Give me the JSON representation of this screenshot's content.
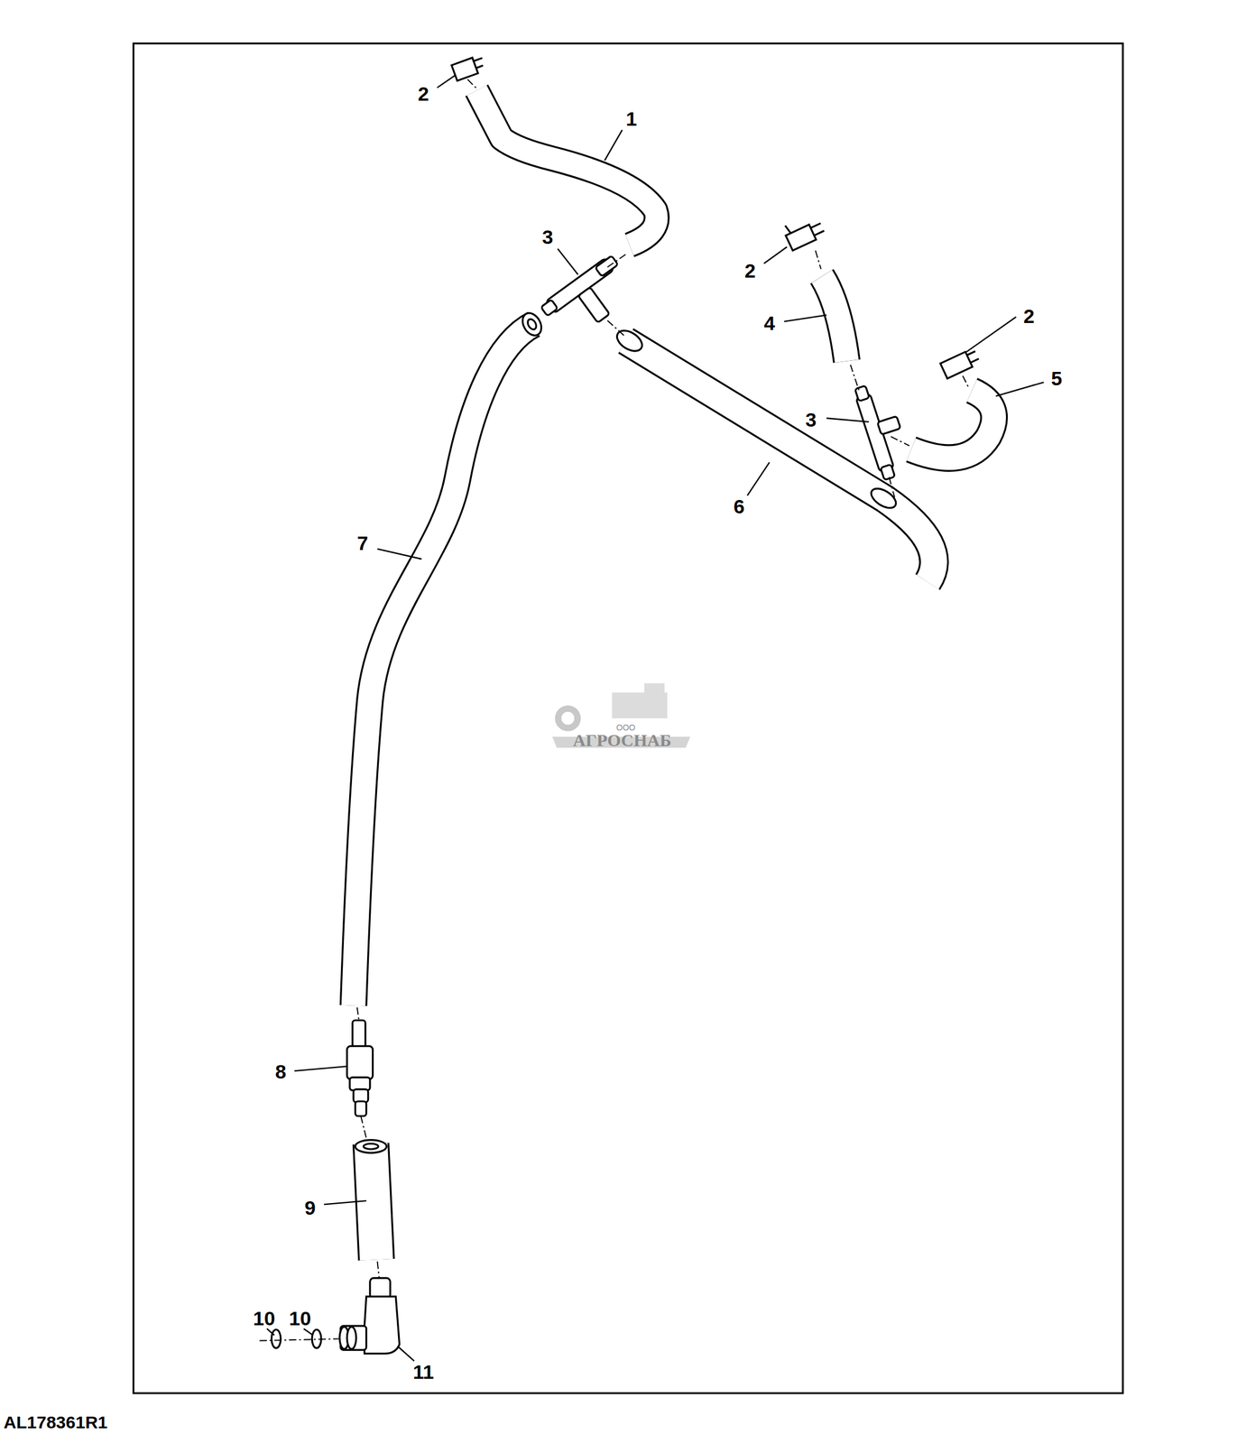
{
  "diagram": {
    "labels": [
      "2",
      "1",
      "3",
      "2",
      "4",
      "2",
      "5",
      "3",
      "6",
      "7",
      "8",
      "9",
      "10",
      "10",
      "11",
      "ООО",
      "АГРОСНАБ",
      "AL178361R1"
    ]
  }
}
